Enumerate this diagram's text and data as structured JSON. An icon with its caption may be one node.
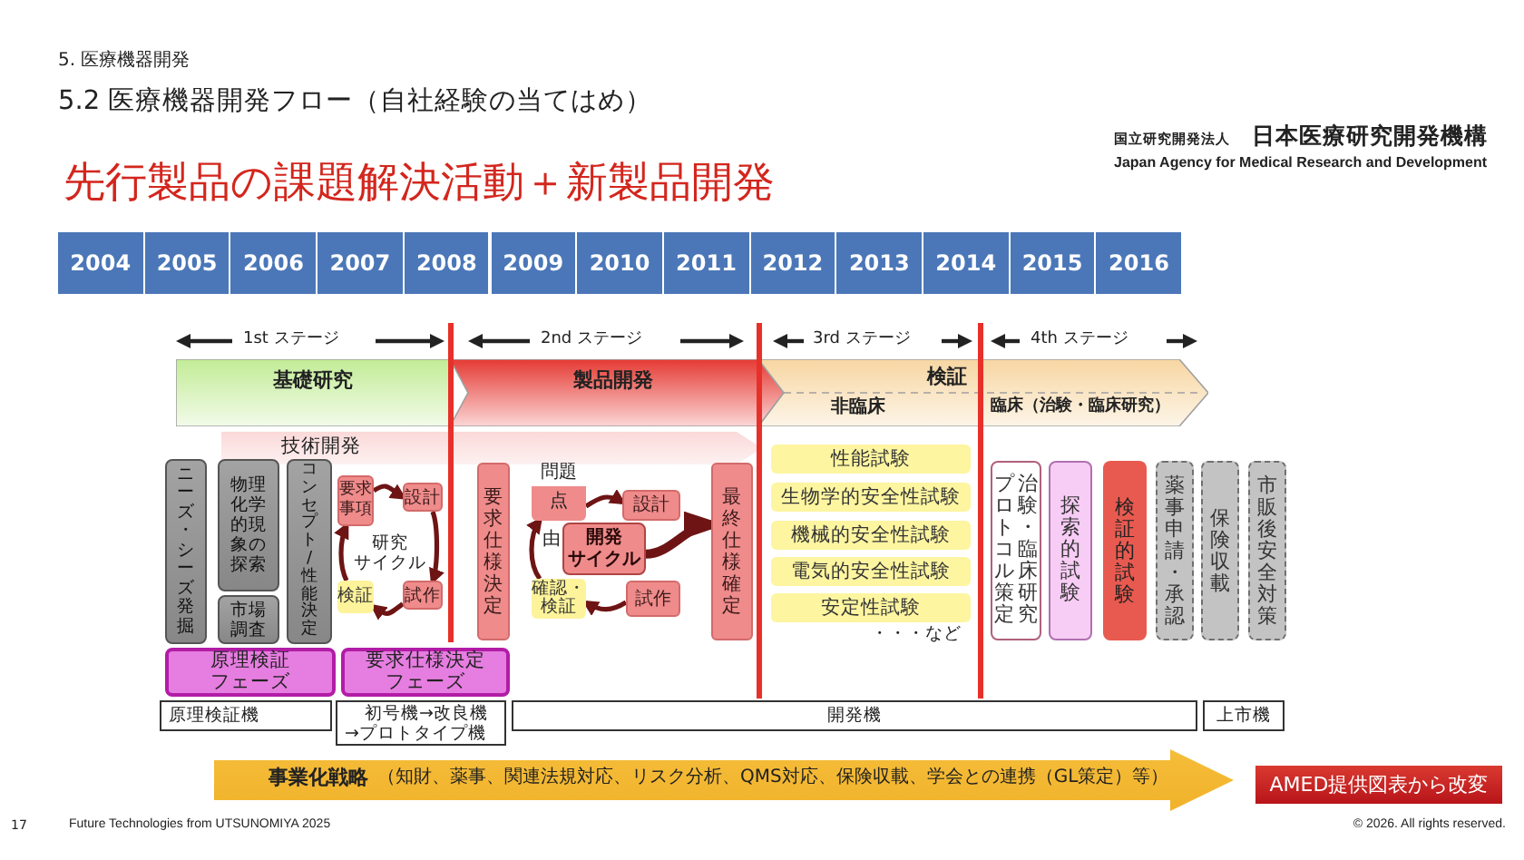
{
  "diagram": {
    "title": "5.2 医療機器開発フロー（自社経験の当てはめ）",
    "nodes": [
      {
        "text": [
          "2004"
        ]
      },
      {
        "text": [
          "2005"
        ]
      },
      {
        "text": [
          "2006"
        ]
      },
      {
        "text": [
          "2007"
        ]
      },
      {
        "text": [
          "2008"
        ]
      },
      {
        "text": [
          "2009"
        ]
      },
      {
        "text": [
          "2010"
        ]
      },
      {
        "text": [
          "2011"
        ]
      },
      {
        "text": [
          "2012"
        ]
      },
      {
        "text": [
          "2013"
        ]
      },
      {
        "text": [
          "2014"
        ]
      },
      {
        "text": [
          "2015"
        ]
      },
      {
        "text": [
          "2016"
        ]
      },
      {
        "text": [
          "基礎研究"
        ]
      },
      {
        "text": [
          "製品開発"
        ]
      },
      {
        "text": [
          "検証",
          "非臨床",
          "臨床（治験・臨床研究）"
        ]
      },
      {
        "text": [
          "技術開発"
        ]
      },
      {
        "text": [
          "ニーズ・シーズ発掘"
        ]
      },
      {
        "text": [
          "物理化学的現象の探索"
        ]
      },
      {
        "text": [
          "市場調査"
        ]
      },
      {
        "text": [
          "コンセプト/性能決定"
        ]
      },
      {
        "text": [
          "要求事項"
        ]
      },
      {
        "text": [
          "設計"
        ]
      },
      {
        "text": [
          "試作"
        ]
      },
      {
        "text": [
          "検証"
        ]
      },
      {
        "text": [
          "要求仕様決定"
        ]
      },
      {
        "text": [
          "問題",
          "点"
        ]
      },
      {
        "text": [
          "設計"
        ]
      },
      {
        "text": [
          "開発サイクル"
        ]
      },
      {
        "text": [
          "確認・検証"
        ]
      },
      {
        "text": [
          "試作"
        ]
      },
      {
        "text": [
          "最終仕様確定"
        ]
      },
      {
        "text": [
          "性能試験"
        ]
      },
      {
        "text": [
          "生物学的安全性試験"
        ]
      },
      {
        "text": [
          "機械的安全性試験"
        ]
      },
      {
        "text": [
          "電気的安全性試験"
        ]
      },
      {
        "text": [
          "安定性試験"
        ]
      },
      {
        "text": [
          "治験・臨床研究プロトコル策定"
        ]
      },
      {
        "text": [
          "探索的試験"
        ]
      },
      {
        "text": [
          "検証的試験"
        ]
      },
      {
        "text": [
          "薬事申請・承認"
        ]
      },
      {
        "text": [
          "保険収載"
        ]
      },
      {
        "text": [
          "市販後安全対策"
        ]
      },
      {
        "text": [
          "原理検証フェーズ"
        ]
      },
      {
        "text": [
          "要求仕様決定フェーズ"
        ]
      },
      {
        "text": [
          "原理検証機"
        ]
      },
      {
        "text": [
          "初号機→改良機→プロトタイプ機"
        ]
      },
      {
        "text": [
          "開発機"
        ]
      },
      {
        "text": [
          "上市機"
        ]
      },
      {
        "text": [
          "事業化戦略",
          "（知財、薬事、関連法規対応、リスク分析、QMS対応、保険収載、学会との連携（GL策定）等）"
        ]
      },
      {
        "text": [
          "AMED提供図表から改変"
        ]
      }
    ],
    "edges": [
      {
        "from": 21,
        "to": 22,
        "arrow": "to"
      },
      {
        "from": 22,
        "to": 23,
        "arrow": "to"
      },
      {
        "from": 23,
        "to": 24,
        "arrow": "to"
      },
      {
        "from": 24,
        "to": 21,
        "arrow": "to"
      },
      {
        "from": 26,
        "to": 27,
        "arrow": "to"
      },
      {
        "from": 30,
        "to": 29,
        "arrow": "to"
      },
      {
        "from": 29,
        "to": 26,
        "arrow": "to"
      },
      {
        "from": 28,
        "to": 31,
        "arrow": "to",
        "style": "thick"
      }
    ],
    "labels": [
      "5. 医療機器開発",
      "先行製品の課題解決活動＋新製品開発",
      "国立研究開発法人",
      "日本医療研究開発機構",
      "Japan Agency for Medical Research and Development",
      "1st ステージ",
      "2nd ステージ",
      "3rd ステージ",
      "4th ステージ",
      "研究サイクル",
      "由",
      "・・・など",
      "17",
      "Future Technologies from UTSUNOMIYA 2025",
      "© 2026. All rights reserved."
    ]
  }
}
